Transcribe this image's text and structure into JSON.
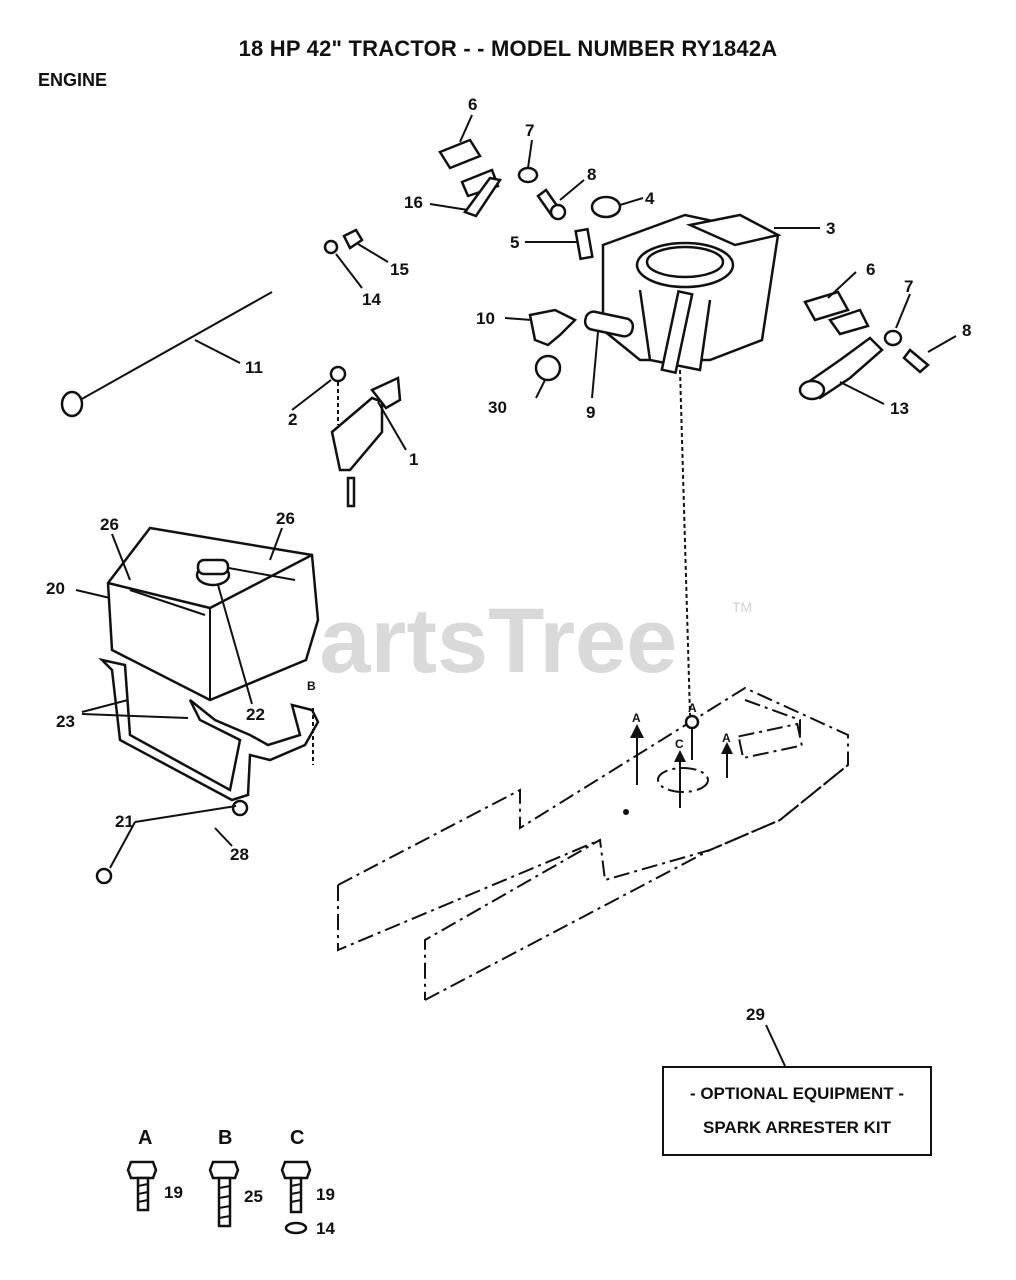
{
  "header": {
    "title": "18 HP 42\" TRACTOR - - MODEL NUMBER RY1842A",
    "section": "ENGINE"
  },
  "watermark": {
    "text": "PartsTree",
    "trademark": "TM"
  },
  "callouts": {
    "c1": "1",
    "c2": "2",
    "c3": "3",
    "c4": "4",
    "c5": "5",
    "c6a": "6",
    "c6b": "6",
    "c7a": "7",
    "c7b": "7",
    "c8a": "8",
    "c8b": "8",
    "c9": "9",
    "c10": "10",
    "c11": "11",
    "c13": "13",
    "c14": "14",
    "c15": "15",
    "c16": "16",
    "c20": "20",
    "c21": "21",
    "c22": "22",
    "c23": "23",
    "c26a": "26",
    "c26b": "26",
    "c28": "28",
    "c29": "29",
    "c30": "30"
  },
  "frame_marks": {
    "a1": "A",
    "a2": "A",
    "a3": "A",
    "b": "B",
    "c": "C"
  },
  "optional_box": {
    "line1": "- OPTIONAL EQUIPMENT -",
    "line2": "SPARK ARRESTER KIT"
  },
  "fastener_legend": [
    {
      "letter": "A",
      "part": "19"
    },
    {
      "letter": "B",
      "part": "25"
    },
    {
      "letter": "C",
      "part": "19",
      "extra": "14"
    }
  ]
}
